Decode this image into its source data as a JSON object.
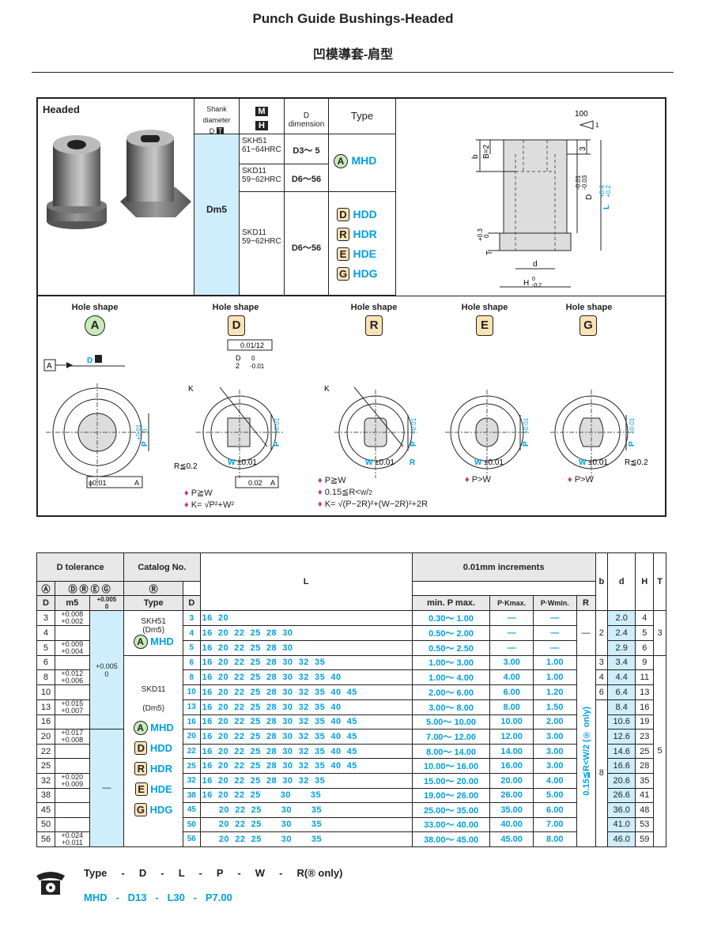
{
  "title_en": "Punch Guide Bushings-Headed",
  "title_cn": "凹模導套-肩型",
  "spec": {
    "headed_label": "Headed",
    "col_shank": "Shank diameter",
    "col_shank2": "tolerance",
    "col_mh_m": "M",
    "col_mh_h": "H",
    "col_ddim": "D dimension",
    "col_type": "Type",
    "dm5": "Dm5",
    "mat1": "SKH51",
    "hrc1": "61~64HRC",
    "dd1": "D3～ 5",
    "mat2": "SKD11",
    "hrc2": "59~62HRC",
    "dd2": "D6～56",
    "mat3": "SKD11",
    "hrc3": "59~62HRC",
    "dd3": "D6～56",
    "types": [
      {
        "badge": "A",
        "name": "MHD"
      },
      {
        "badge": "D",
        "name": "HDD"
      },
      {
        "badge": "R",
        "name": "HDR"
      },
      {
        "badge": "E",
        "name": "HDE"
      },
      {
        "badge": "G",
        "name": "HDG"
      }
    ],
    "drawing": {
      "v100": "100",
      "v1": "1",
      "b": "b",
      "b2": "B=2",
      "v3": "3",
      "dtol": "D",
      "dtol_u": "-0.01",
      "dtol_l": "-0.03",
      "l": "L",
      "l_u": "+0.4",
      "l_l": "+0.2",
      "t": "T",
      "t_u": "+0.3",
      "t_l": "0",
      "d": "d",
      "h": "H",
      "h_u": "0",
      "h_l": "-0.2"
    }
  },
  "hole_shapes": {
    "label": "Hole shape",
    "shapes": [
      "A",
      "D",
      "R",
      "E",
      "G"
    ],
    "dT": "D",
    "p_tol": "P",
    "p_u": "+0.01",
    "p_l": "0",
    "w": "W",
    "w_tol": "±0.01",
    "k": "K",
    "r02": "R≦0.2",
    "r": "R",
    "tolbox_a": "ϕ0.01",
    "tolbox_a2": "A",
    "tolbox_par": "0.01/12",
    "tolbox_sym": "0.02",
    "tolbox_sym2": "A",
    "d2": "D",
    "d2b": "2",
    "d2u": "0",
    "d2l": "-0.01",
    "a_box": "A",
    "note_d1": "P≧W",
    "note_d2": "K= √P²+W²",
    "note_r1": "P≧W",
    "note_r2": "0.15≦R<",
    "note_r2w": "W",
    "note_r2b": "2",
    "note_r3": "K= √(P−2R)²+(W−2R)²+2R",
    "note_e": "P>W",
    "note_g": "P>W"
  },
  "table": {
    "h_dtol": "D tolerance",
    "h_catalog": "Catalog No.",
    "h_l": "L",
    "h_incr": "0.01mm increments",
    "h_b": "b",
    "h_d": "d",
    "h_H": "H",
    "h_T": "T",
    "h_D": "D",
    "h_m5": "m5",
    "h_tol": "+0.005",
    "h_tol0": "0",
    "h_type": "Type",
    "h_D2": "D",
    "h_minmax": "min. P max.",
    "h_pk": "P·Kmax.",
    "h_pw": "P·Wmin.",
    "h_R": "R",
    "cat_group1_mat": "SKH51",
    "cat_group1_dm": "(Dm5)",
    "cat_group1_type": "MHD",
    "cat_group2_mat": "SKD11",
    "cat_group2_dm": "(Dm5)",
    "tol_top": "+0.005",
    "tol_top0": "0",
    "tol_dash": "—",
    "r_note": "0.15≦R<W/2 (® only)",
    "b_2": "2",
    "b_r3": "3",
    "b_8": "8",
    "t_3": "3",
    "t_5": "5",
    "rows": [
      {
        "D": "3",
        "m5": "+0.008 +0.002",
        "L": "16  20",
        "pr": "0.30～  1.00",
        "pk": "—",
        "pw": "—",
        "d": "2.0",
        "H": "4"
      },
      {
        "D": "4",
        "m5": "",
        "L": "16  20  22  25  28  30",
        "pr": "0.50～  2.00",
        "pk": "—",
        "pw": "—",
        "d": "2.4",
        "H": "5"
      },
      {
        "D": "5",
        "m5": "+0.009 +0.004",
        "L": "16  20  22  25  28  30",
        "pr": "0.50～  2.50",
        "pk": "—",
        "pw": "—",
        "d": "2.9",
        "H": "6"
      },
      {
        "D": "6",
        "m5": "",
        "L": "16  20  22  25  28  30  32  35",
        "pr": "1.00～  3.00",
        "pk": "3.00",
        "pw": "1.00",
        "d": "3.4",
        "H": "9"
      },
      {
        "D": "8",
        "m5": "+0.012 +0.006",
        "L": "16  20  22  25  28  30  32  35  40",
        "pr": "1.00～  4.00",
        "pk": "4.00",
        "pw": "1.00",
        "d": "4.4",
        "H": "11"
      },
      {
        "D": "10",
        "m5": "",
        "L": "16  20  22  25  28  30  32  35  40  45",
        "pr": "2.00～  6.00",
        "pk": "6.00",
        "pw": "1.20",
        "d": "6.4",
        "H": "13"
      },
      {
        "D": "13",
        "m5": "+0.015 +0.007",
        "L": "16  20  22  25  28  30  32  35  40",
        "pr": "3.00～  8.00",
        "pk": "8.00",
        "pw": "1.50",
        "d": "8.4",
        "H": "16"
      },
      {
        "D": "16",
        "m5": "",
        "L": "16  20  22  25  28  30  32  35  40  45",
        "pr": "5.00～ 10.00",
        "pk": "10.00",
        "pw": "2.00",
        "d": "10.6",
        "H": "19"
      },
      {
        "D": "20",
        "m5": "+0.017 +0.008",
        "L": "16  20  22  25  28  30  32  35  40  45",
        "pr": "7.00～ 12.00",
        "pk": "12.00",
        "pw": "3.00",
        "d": "12.6",
        "H": "23"
      },
      {
        "D": "22",
        "m5": "",
        "L": "16  20  22  25  28  30  32  35  40  45",
        "pr": "8.00～ 14.00",
        "pk": "14.00",
        "pw": "3.00",
        "d": "14.6",
        "H": "25"
      },
      {
        "D": "25",
        "m5": "",
        "L": "16  20  22  25  28  30  32  35  40  45",
        "pr": "10.00～ 16.00",
        "pk": "16.00",
        "pw": "3.00",
        "d": "16.6",
        "H": "28"
      },
      {
        "D": "32",
        "m5": "+0.020 +0.009",
        "L": "16  20  22  25  28  30  32  35",
        "pr": "15.00～ 20.00",
        "pk": "20.00",
        "pw": "4.00",
        "d": "20.6",
        "H": "35"
      },
      {
        "D": "38",
        "m5": "",
        "L": "16  20  22  25       30       35",
        "pr": "19.00～ 26.00",
        "pk": "26.00",
        "pw": "5.00",
        "d": "26.6",
        "H": "41"
      },
      {
        "D": "45",
        "m5": "",
        "L": "      20  22  25       30       35",
        "pr": "25.00～ 35.00",
        "pk": "35.00",
        "pw": "6.00",
        "d": "36.0",
        "H": "48"
      },
      {
        "D": "50",
        "m5": "",
        "L": "      20  22  25       30       35",
        "pr": "33.00～ 40.00",
        "pk": "40.00",
        "pw": "7.00",
        "d": "41.0",
        "H": "53"
      },
      {
        "D": "56",
        "m5": "+0.024 +0.011",
        "L": "      20  22  25       30       35",
        "pr": "38.00～ 45.00",
        "pk": "45.00",
        "pw": "8.00",
        "d": "46.0",
        "H": "59"
      }
    ]
  },
  "order": {
    "labels": [
      "Type",
      "D",
      "L",
      "P",
      "W",
      "R(® only)"
    ],
    "example": [
      "MHD",
      "D13",
      "L30",
      "P7.00"
    ],
    "sep": "-",
    "phone_icon": "telephone-icon"
  }
}
